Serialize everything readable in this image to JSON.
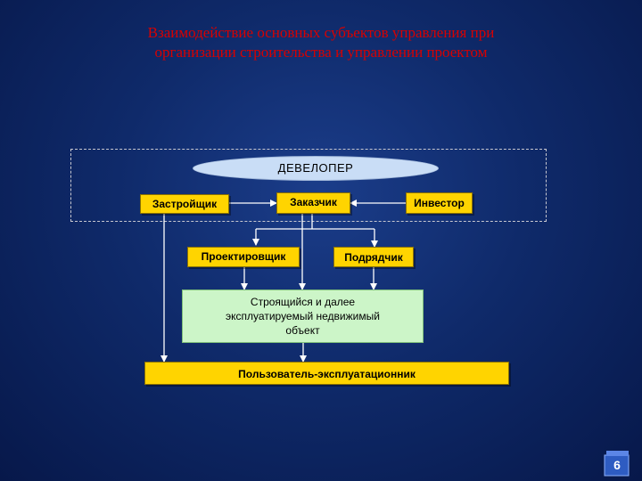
{
  "title": {
    "line1": "Взаимодействие основных субъектов управления при",
    "line2": "организации строительства и управлении проектом"
  },
  "nodes": {
    "developer": "ДЕВЕЛОПЕР",
    "zastroyshchik": "Застройщик",
    "zakazchik": "Заказчик",
    "investor": "Инвестор",
    "proektirovshchik": "Проектировщик",
    "podryadchik": "Подрядчик",
    "object_line1": "Строящийся и далее",
    "object_line2": "эксплуатируемый недвижимый",
    "object_line3": "объект",
    "user": "Пользователь-эксплуатационник"
  },
  "slide_number": "6",
  "colors": {
    "title": "#d80000",
    "box_yellow": "#ffd400",
    "box_green": "#ccf5c8",
    "ellipse": "#c9ddf6",
    "arrow": "#ffffff"
  }
}
